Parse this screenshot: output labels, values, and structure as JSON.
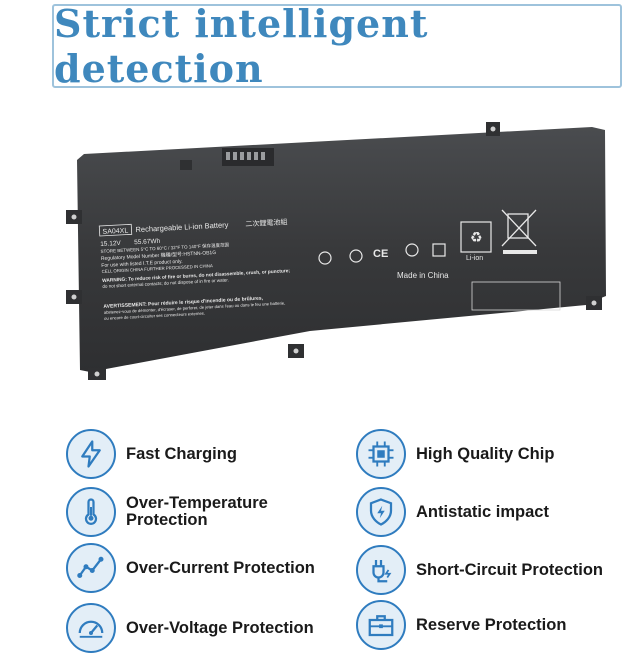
{
  "header": {
    "title": "Strict intelligent detection"
  },
  "battery": {
    "model_badge": "SA04XL",
    "type_text": "Rechargeable Li-ion Battery",
    "cn_type": "二次鋰電池組",
    "voltage": "15.12V",
    "capacity": "55.67Wh",
    "store_line": "STORE BETWEEN 5°C TO 60°C / 32°F TO 140°F 保存温度范围",
    "reg_line": "Regulatory Model Number 機種/型号:HSTNN-OB1G",
    "use_line": "For use with listed I.T.E product only.",
    "cell_line": "CELL ORIGIN CHINA FURTHER PROCESSED IN CHINA",
    "warn1": "WARNING: To reduce risk of fire or burns, do not disassemble, crush, or puncture;",
    "warn2": "do not short external contacts; do not dispose of in fire or water.",
    "avert1": "AVERTISSEMENT: Pour réduire le risque d'incendie ou de brûlures,",
    "avert2": "abstenez-vous de démonter, d'écraser, de perforer, de jeter dans l'eau ou dans le feu une batterie,",
    "avert3": "ou encore de court-circuiter ses connecteurs externes.",
    "made_in": "Made in China",
    "liion": "Li-ion"
  },
  "features": [
    {
      "icon": "lightning-icon",
      "label": "Fast Charging"
    },
    {
      "icon": "chip-icon",
      "label": "High Quality Chip"
    },
    {
      "icon": "thermometer-icon",
      "label": "Over-Temperature\nProtection"
    },
    {
      "icon": "shield-bolt-icon",
      "label": "Antistatic impact"
    },
    {
      "icon": "chart-line-icon",
      "label": "Over-Current Protection"
    },
    {
      "icon": "plug-icon",
      "label": "Short-Circuit Protection"
    },
    {
      "icon": "gauge-icon",
      "label": "Over-Voltage Protection"
    },
    {
      "icon": "briefcase-icon",
      "label": "Reserve Protection"
    }
  ],
  "colors": {
    "accent": "#2f7cbf",
    "title": "#3f88bd",
    "battery": "#3a3c3e"
  }
}
